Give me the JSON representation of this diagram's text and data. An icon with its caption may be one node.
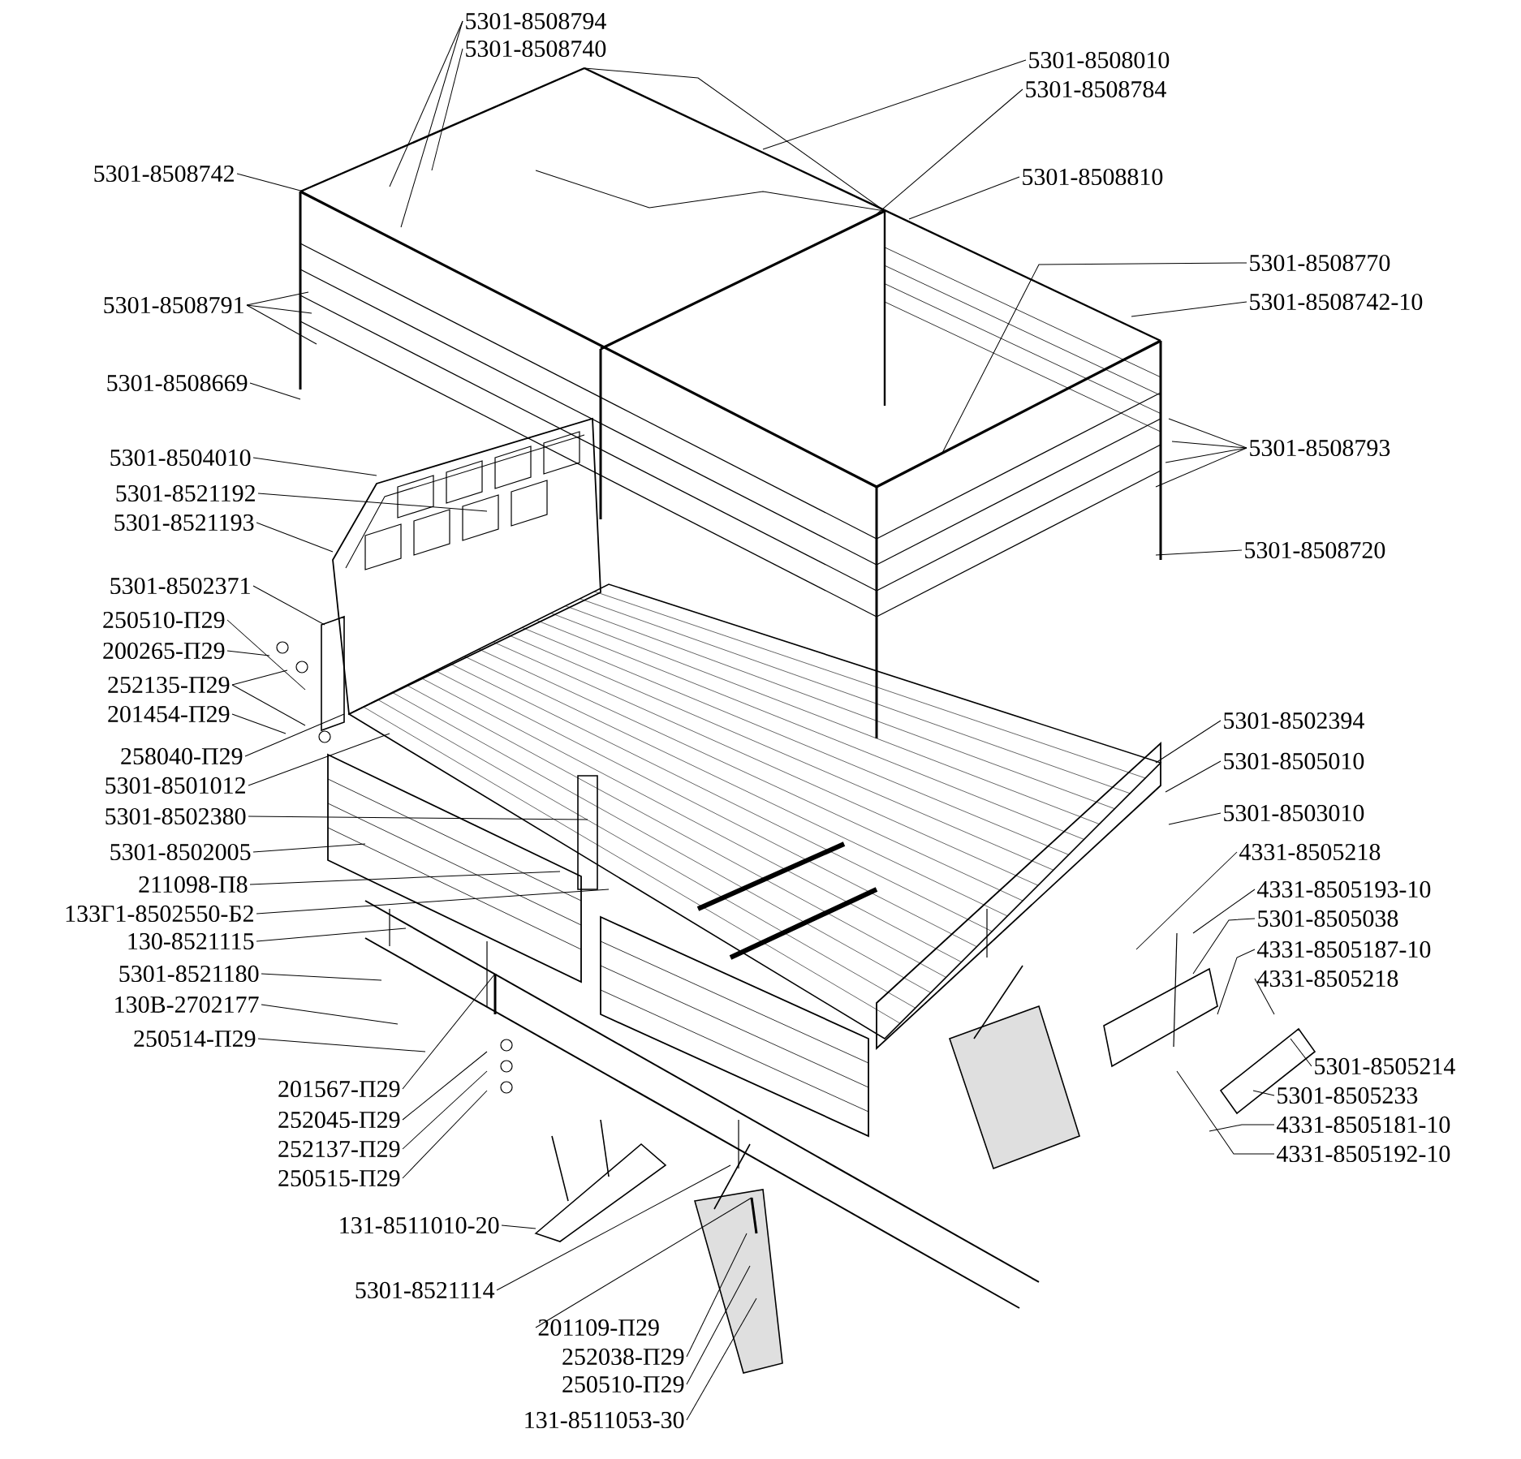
{
  "diagram": {
    "nodes": [
      {
        "text": [
          "5301-8508794"
        ]
      },
      {
        "text": [
          "5301-8508740"
        ]
      },
      {
        "text": [
          "5301-8508742"
        ]
      },
      {
        "text": [
          "5301-8508791"
        ]
      },
      {
        "text": [
          "5301-8508669"
        ]
      },
      {
        "text": [
          "5301-8504010"
        ]
      },
      {
        "text": [
          "5301-8521192"
        ]
      },
      {
        "text": [
          "5301-8521193"
        ]
      },
      {
        "text": [
          "5301-8502371"
        ]
      },
      {
        "text": [
          "250510-П29"
        ]
      },
      {
        "text": [
          "200265-П29"
        ]
      },
      {
        "text": [
          "252135-П29"
        ]
      },
      {
        "text": [
          "201454-П29"
        ]
      },
      {
        "text": [
          "258040-П29"
        ]
      },
      {
        "text": [
          "5301-8501012"
        ]
      },
      {
        "text": [
          "5301-8502380"
        ]
      },
      {
        "text": [
          "5301-8502005"
        ]
      },
      {
        "text": [
          "211098-П8"
        ]
      },
      {
        "text": [
          "133Г1-8502550-Б2"
        ]
      },
      {
        "text": [
          "130-8521115"
        ]
      },
      {
        "text": [
          "5301-8521180"
        ]
      },
      {
        "text": [
          "130В-2702177"
        ]
      },
      {
        "text": [
          "250514-П29"
        ]
      },
      {
        "text": [
          "201567-П29"
        ]
      },
      {
        "text": [
          "252045-П29"
        ]
      },
      {
        "text": [
          "252137-П29"
        ]
      },
      {
        "text": [
          "250515-П29"
        ]
      },
      {
        "text": [
          "131-8511010-20"
        ]
      },
      {
        "text": [
          "5301-8521114"
        ]
      },
      {
        "text": [
          "201109-П29"
        ]
      },
      {
        "text": [
          "252038-П29"
        ]
      },
      {
        "text": [
          "250510-П29"
        ]
      },
      {
        "text": [
          "131-8511053-30"
        ]
      },
      {
        "text": [
          "5301-8508010"
        ]
      },
      {
        "text": [
          "5301-8508784"
        ]
      },
      {
        "text": [
          "5301-8508810"
        ]
      },
      {
        "text": [
          "5301-8508770"
        ]
      },
      {
        "text": [
          "5301-8508742-10"
        ]
      },
      {
        "text": [
          "5301-8508793"
        ]
      },
      {
        "text": [
          "5301-8508720"
        ]
      },
      {
        "text": [
          "5301-8502394"
        ]
      },
      {
        "text": [
          "5301-8505010"
        ]
      },
      {
        "text": [
          "5301-8503010"
        ]
      },
      {
        "text": [
          "4331-8505218"
        ]
      },
      {
        "text": [
          "4331-8505193-10"
        ]
      },
      {
        "text": [
          "5301-8505038"
        ]
      },
      {
        "text": [
          "4331-8505187-10"
        ]
      },
      {
        "text": [
          "4331-8505218"
        ]
      },
      {
        "text": [
          "5301-8505214"
        ]
      },
      {
        "text": [
          "5301-8505233"
        ]
      },
      {
        "text": [
          "4331-8505181-10"
        ]
      },
      {
        "text": [
          "4331-8505192-10"
        ]
      }
    ],
    "edges": [
      {
        "from": 0,
        "to": null,
        "arrow": "none"
      },
      {
        "from": 0,
        "to": null,
        "arrow": "none"
      },
      {
        "from": 1,
        "to": null,
        "arrow": "none"
      },
      {
        "from": 2,
        "to": null,
        "arrow": "none"
      },
      {
        "from": 3,
        "to": null,
        "arrow": "none"
      },
      {
        "from": 3,
        "to": null,
        "arrow": "none"
      },
      {
        "from": 3,
        "to": null,
        "arrow": "none"
      },
      {
        "from": 4,
        "to": null,
        "arrow": "none"
      },
      {
        "from": 5,
        "to": null,
        "arrow": "none"
      },
      {
        "from": 6,
        "to": null,
        "arrow": "none"
      },
      {
        "from": 7,
        "to": null,
        "arrow": "none"
      },
      {
        "from": 8,
        "to": null,
        "arrow": "none"
      },
      {
        "from": 9,
        "to": null,
        "arrow": "none"
      },
      {
        "from": 10,
        "to": null,
        "arrow": "none"
      },
      {
        "from": 11,
        "to": null,
        "arrow": "none"
      },
      {
        "from": 11,
        "to": null,
        "arrow": "none"
      },
      {
        "from": 12,
        "to": null,
        "arrow": "none"
      },
      {
        "from": 13,
        "to": null,
        "arrow": "none"
      },
      {
        "from": 14,
        "to": null,
        "arrow": "none"
      },
      {
        "from": 15,
        "to": null,
        "arrow": "none"
      },
      {
        "from": 16,
        "to": null,
        "arrow": "none"
      },
      {
        "from": 17,
        "to": null,
        "arrow": "none"
      },
      {
        "from": 18,
        "to": null,
        "arrow": "none"
      },
      {
        "from": 19,
        "to": null,
        "arrow": "none"
      },
      {
        "from": 20,
        "to": null,
        "arrow": "none"
      },
      {
        "from": 21,
        "to": null,
        "arrow": "none"
      },
      {
        "from": 22,
        "to": null,
        "arrow": "none"
      },
      {
        "from": 23,
        "to": null,
        "arrow": "none"
      },
      {
        "from": 24,
        "to": null,
        "arrow": "none"
      },
      {
        "from": 25,
        "to": null,
        "arrow": "none"
      },
      {
        "from": 26,
        "to": null,
        "arrow": "none"
      },
      {
        "from": 27,
        "to": null,
        "arrow": "none"
      },
      {
        "from": 28,
        "to": null,
        "arrow": "none"
      },
      {
        "from": 29,
        "to": null,
        "arrow": "none"
      },
      {
        "from": 30,
        "to": null,
        "arrow": "none"
      },
      {
        "from": 31,
        "to": null,
        "arrow": "none"
      },
      {
        "from": 32,
        "to": null,
        "arrow": "none"
      },
      {
        "from": 33,
        "to": null,
        "arrow": "none"
      },
      {
        "from": 34,
        "to": null,
        "arrow": "none"
      },
      {
        "from": 35,
        "to": null,
        "arrow": "none"
      },
      {
        "from": 36,
        "to": null,
        "arrow": "none"
      },
      {
        "from": 37,
        "to": null,
        "arrow": "none"
      },
      {
        "from": 38,
        "to": null,
        "arrow": "none"
      },
      {
        "from": 38,
        "to": null,
        "arrow": "none"
      },
      {
        "from": 38,
        "to": null,
        "arrow": "none"
      },
      {
        "from": 38,
        "to": null,
        "arrow": "none"
      },
      {
        "from": 39,
        "to": null,
        "arrow": "none"
      },
      {
        "from": 40,
        "to": null,
        "arrow": "none"
      },
      {
        "from": 41,
        "to": null,
        "arrow": "none"
      },
      {
        "from": 42,
        "to": null,
        "arrow": "none"
      },
      {
        "from": 43,
        "to": null,
        "arrow": "none"
      },
      {
        "from": 44,
        "to": null,
        "arrow": "none"
      },
      {
        "from": 45,
        "to": null,
        "arrow": "none"
      },
      {
        "from": 46,
        "to": null,
        "arrow": "none"
      },
      {
        "from": 47,
        "to": null,
        "arrow": "none"
      },
      {
        "from": 48,
        "to": null,
        "arrow": "none"
      },
      {
        "from": 49,
        "to": null,
        "arrow": "none"
      },
      {
        "from": 50,
        "to": null,
        "arrow": "none"
      },
      {
        "from": 51,
        "to": null,
        "arrow": "none"
      }
    ]
  }
}
